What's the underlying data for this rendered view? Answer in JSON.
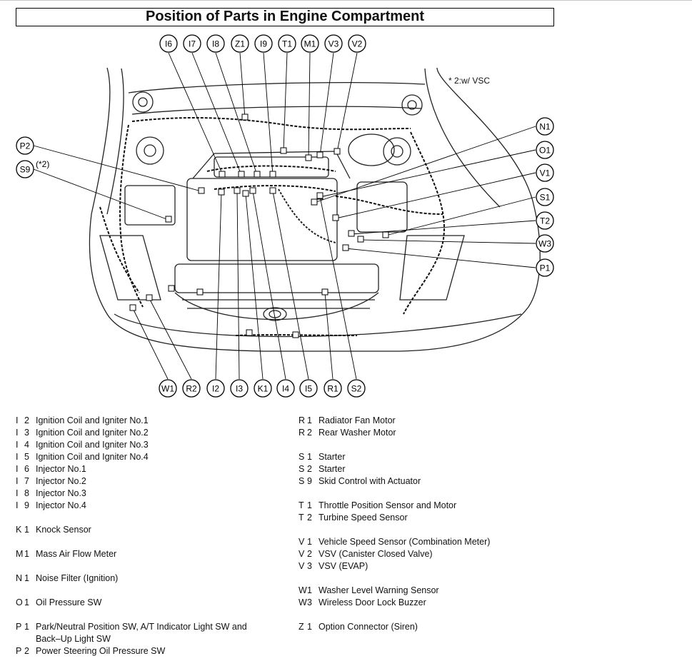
{
  "title": "Position of Parts in Engine Compartment",
  "note": "* 2:w/ VSC",
  "star_note": "(*2)",
  "callouts": {
    "top": [
      "I6",
      "I7",
      "I8",
      "Z1",
      "I9",
      "T1",
      "M1",
      "V3",
      "V2"
    ],
    "left": [
      "P2",
      "S9"
    ],
    "right": [
      "N1",
      "O1",
      "V1",
      "S1",
      "T2",
      "W3",
      "P1"
    ],
    "bottom": [
      "W1",
      "R2",
      "I2",
      "I3",
      "K1",
      "I4",
      "I5",
      "R1",
      "S2"
    ]
  },
  "legend_left": [
    {
      "letter": "I",
      "num": "2",
      "text": "Ignition Coil and Igniter No.1"
    },
    {
      "letter": "I",
      "num": "3",
      "text": "Ignition Coil and Igniter No.2"
    },
    {
      "letter": "I",
      "num": "4",
      "text": "Ignition Coil and Igniter No.3"
    },
    {
      "letter": "I",
      "num": "5",
      "text": "Ignition Coil and Igniter No.4"
    },
    {
      "letter": "I",
      "num": "6",
      "text": "Injector No.1"
    },
    {
      "letter": "I",
      "num": "7",
      "text": "Injector No.2"
    },
    {
      "letter": "I",
      "num": "8",
      "text": "Injector No.3"
    },
    {
      "letter": "I",
      "num": "9",
      "text": "Injector No.4"
    },
    {
      "letter": "K",
      "num": "1",
      "text": "Knock Sensor"
    },
    {
      "letter": "M",
      "num": "1",
      "text": "Mass Air Flow Meter"
    },
    {
      "letter": "N",
      "num": "1",
      "text": "Noise Filter (Ignition)"
    },
    {
      "letter": "O",
      "num": "1",
      "text": "Oil Pressure SW"
    },
    {
      "letter": "P",
      "num": "1",
      "text": "Park/Neutral Position SW, A/T Indicator Light SW and Back–Up Light SW"
    },
    {
      "letter": "P",
      "num": "2",
      "text": "Power Steering Oil Pressure SW"
    }
  ],
  "legend_right": [
    {
      "letter": "R",
      "num": "1",
      "text": "Radiator Fan Motor"
    },
    {
      "letter": "R",
      "num": "2",
      "text": "Rear Washer Motor"
    },
    {
      "letter": "S",
      "num": "1",
      "text": "Starter"
    },
    {
      "letter": "S",
      "num": "2",
      "text": "Starter"
    },
    {
      "letter": "S",
      "num": "9",
      "text": "Skid Control with Actuator"
    },
    {
      "letter": "T",
      "num": "1",
      "text": "Throttle Position Sensor and Motor"
    },
    {
      "letter": "T",
      "num": "2",
      "text": "Turbine Speed Sensor"
    },
    {
      "letter": "V",
      "num": "1",
      "text": "Vehicle Speed Sensor (Combination Meter)"
    },
    {
      "letter": "V",
      "num": "2",
      "text": "VSV (Canister Closed Valve)"
    },
    {
      "letter": "V",
      "num": "3",
      "text": "VSV (EVAP)"
    },
    {
      "letter": "W",
      "num": "1",
      "text": "Washer Level Warning Sensor"
    },
    {
      "letter": "W",
      "num": "3",
      "text": "Wireless Door Lock Buzzer"
    },
    {
      "letter": "Z",
      "num": "1",
      "text": "Option Connector (Siren)"
    }
  ]
}
